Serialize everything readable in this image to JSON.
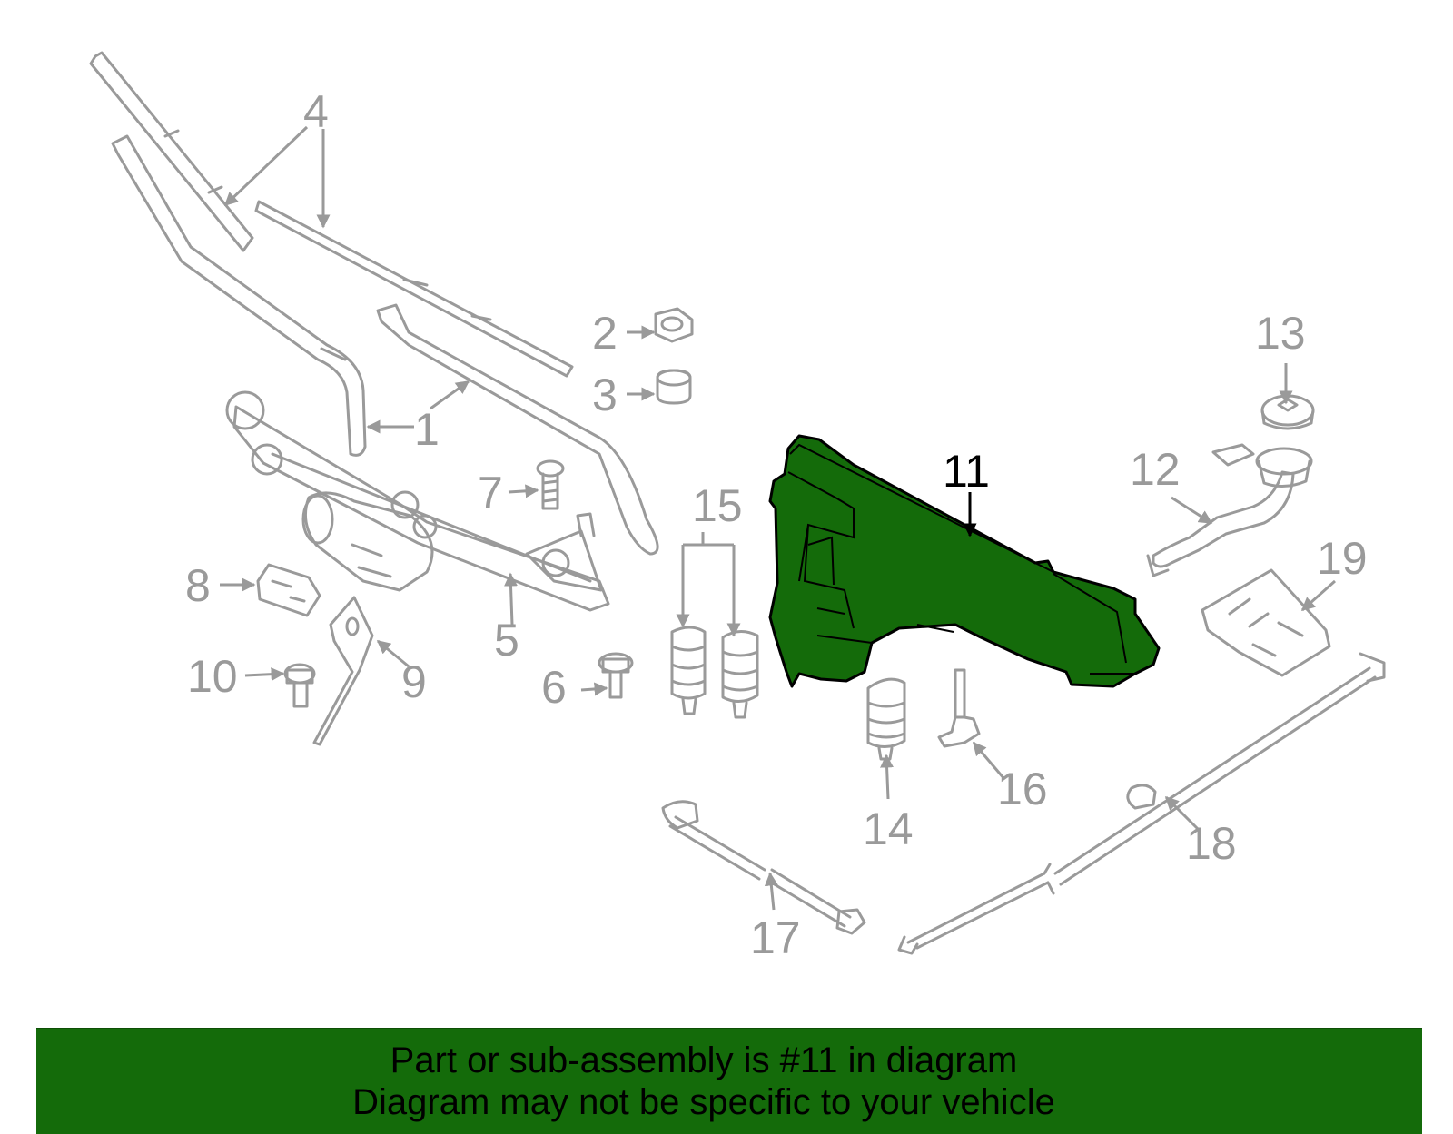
{
  "diagram": {
    "highlight_color": "#146b0a",
    "highlighted_part": "11",
    "callouts": [
      "1",
      "2",
      "3",
      "4",
      "5",
      "6",
      "7",
      "8",
      "9",
      "10",
      "11",
      "12",
      "13",
      "14",
      "15",
      "16",
      "17",
      "18",
      "19"
    ]
  },
  "banner": {
    "line1": "Part or sub-assembly is #11 in diagram",
    "line2": "Diagram may not be specific to your vehicle",
    "background": "#146b0a"
  }
}
